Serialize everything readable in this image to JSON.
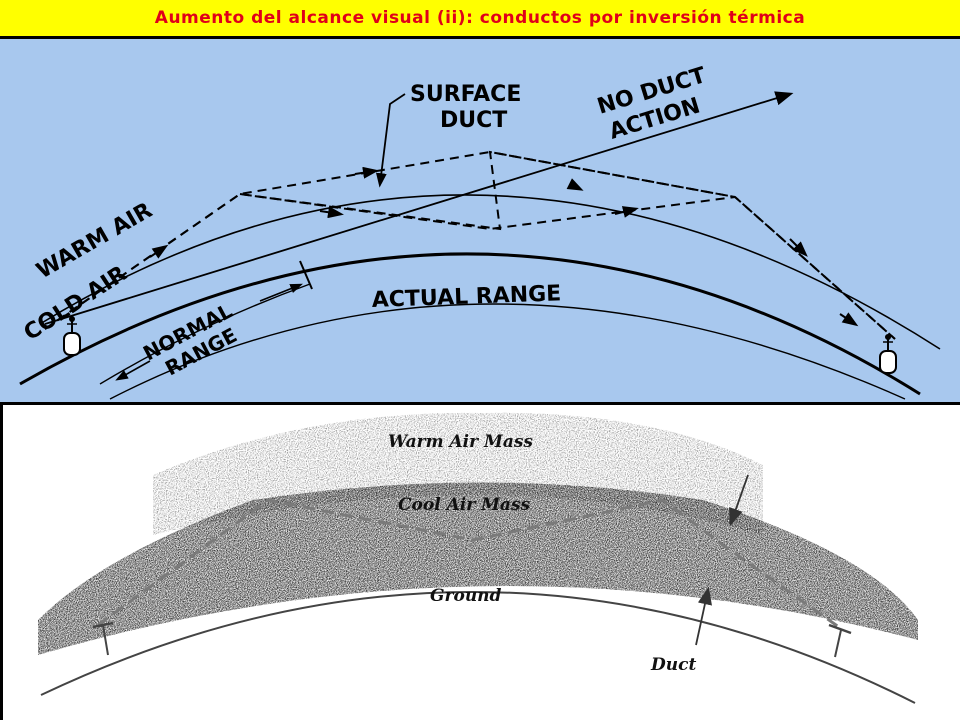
{
  "title": "Aumento del alcance visual (ii): conductos por inversión térmica",
  "colors": {
    "title_background": "#ffff00",
    "title_text": "#e0001a",
    "top_panel_background": "#a8c8ee"
  },
  "top_diagram": {
    "labels": {
      "surface_duct_line1": "SURFACE",
      "surface_duct_line2": "DUCT",
      "no_duct_line1": "NO DUCT",
      "no_duct_line2": "ACTION",
      "warm_air": "WARM AIR",
      "cold_air": "COLD AIR",
      "normal_range_line1": "NORMAL",
      "normal_range_line2": "RANGE",
      "actual_range": "ACTUAL RANGE"
    },
    "icons": [
      "antenna-left-icon",
      "antenna-right-icon"
    ]
  },
  "bottom_diagram": {
    "labels": {
      "warm_air_mass": "Warm Air Mass",
      "cool_air_mass": "Cool Air Mass",
      "ground": "Ground",
      "duct": "Duct"
    }
  }
}
